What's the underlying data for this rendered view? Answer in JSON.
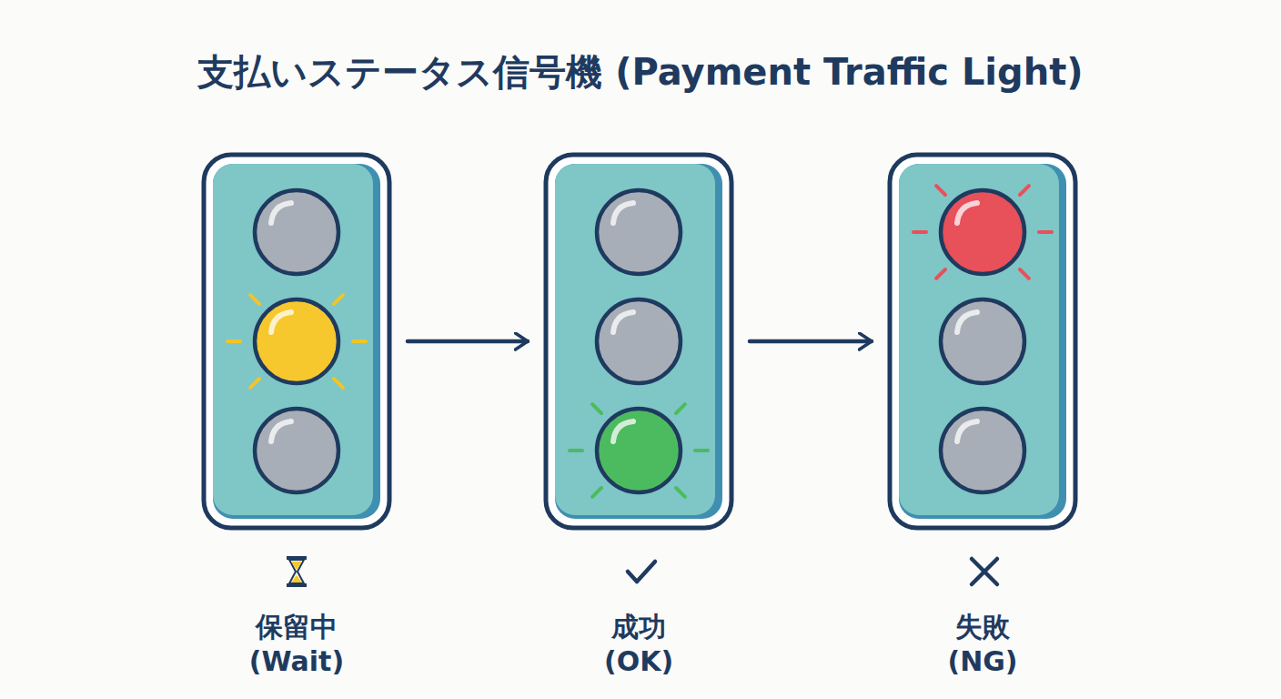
{
  "diagram": {
    "title": "支払いステータス信号機 (Payment Traffic Light)",
    "nodes": [
      {
        "text": [
          "保留中 (Wait)"
        ]
      },
      {
        "text": [
          "成功 (OK)"
        ]
      },
      {
        "text": [
          "失敗 (NG)"
        ]
      }
    ],
    "edges": [
      {
        "from": 0,
        "to": 1,
        "arrow": "to"
      },
      {
        "from": 1,
        "to": 2,
        "arrow": "to"
      }
    ]
  }
}
